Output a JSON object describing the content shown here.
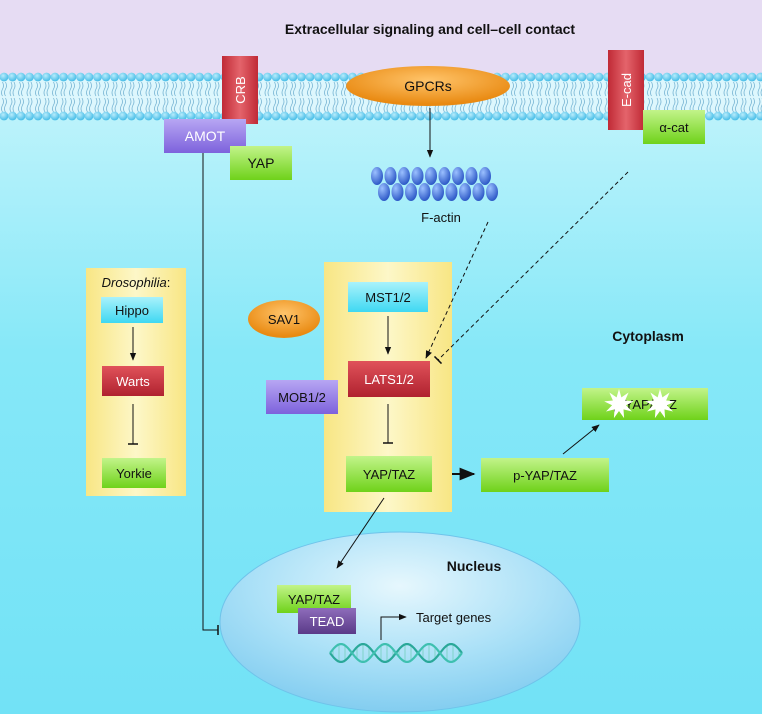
{
  "title": "Extracellular signaling and cell–cell contact",
  "membrane": {
    "crb": "CRB",
    "gpcrs": "GPCRs",
    "ecad": "E-cad",
    "acat": "α-cat",
    "amot": "AMOT",
    "yap_membrane": "YAP",
    "factin": "F-actin"
  },
  "drosophila": {
    "title": "Drosophilia",
    "title_suffix": ":",
    "hippo": "Hippo",
    "warts": "Warts",
    "yorkie": "Yorkie"
  },
  "core": {
    "sav1": "SAV1",
    "mst": "MST1/2",
    "lats": "LATS1/2",
    "mob": "MOB1/2",
    "yaptaz": "YAP/TAZ"
  },
  "cytoplasm": {
    "label": "Cytoplasm",
    "p_yaptaz": "p-YAP/TAZ",
    "p_yaptaz_degraded": "p-YAP/TAZ"
  },
  "nucleus": {
    "label": "Nucleus",
    "yaptaz": "YAP/TAZ",
    "tead": "TEAD",
    "target": "Target genes"
  },
  "colors": {
    "extracellular": "#e8def3",
    "cytoplasm": "#7fe6f7",
    "membrane_head": "#58c8ea",
    "cyan_box": "#66e6f8",
    "red_box": "#c7313e",
    "green_box": "#8ee33c",
    "purple_box": "#8d76e6",
    "orange_oval": "#f0961e",
    "yellow_panel": "#fbf1a8",
    "nucleus": "#9fdcf7",
    "tead": "#6b4a9b",
    "actin": "#3f6ed6"
  }
}
